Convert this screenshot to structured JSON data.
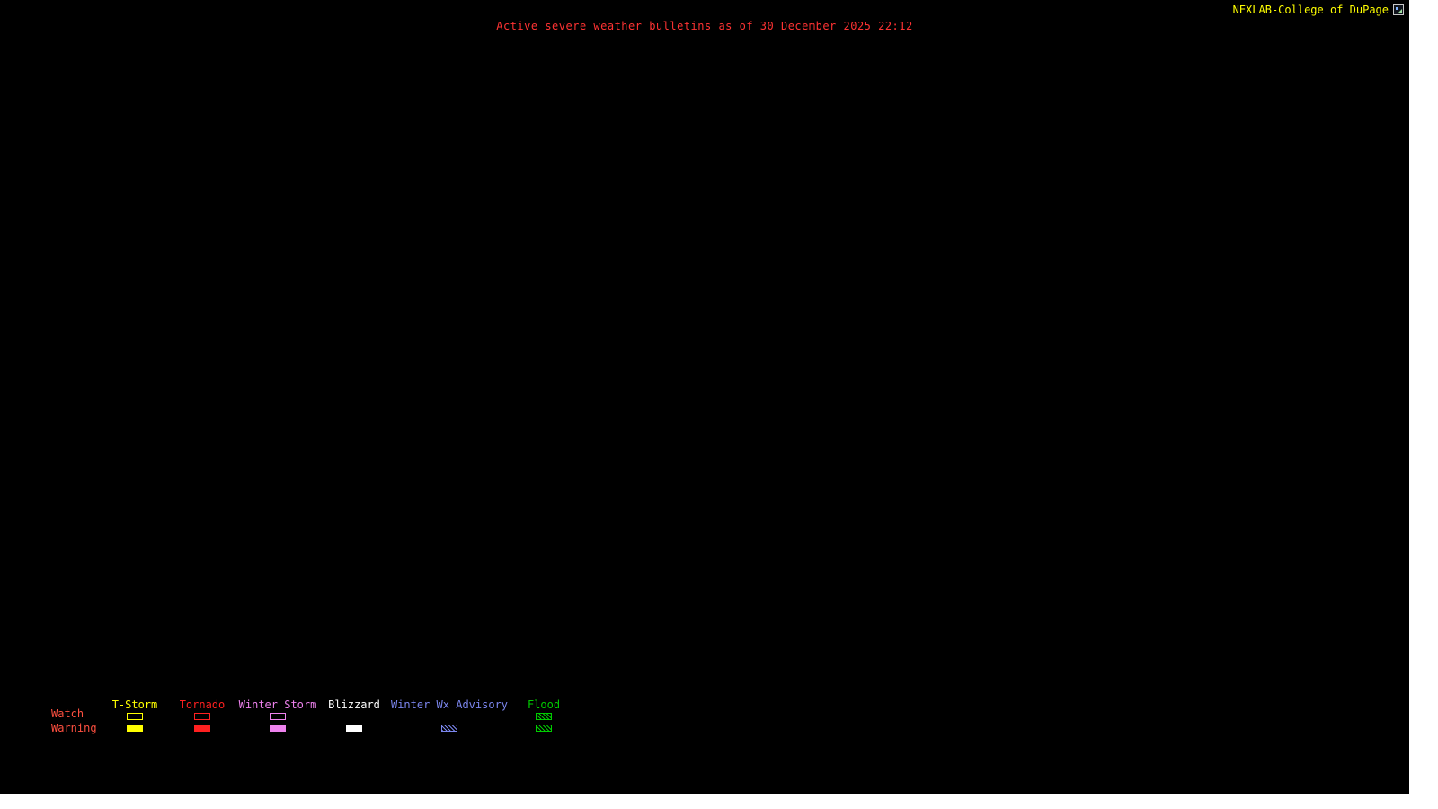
{
  "site": {
    "label": "NEXLAB-College of DuPage",
    "color": "#ffff00"
  },
  "bulletin": {
    "title": "Active severe weather bulletins as of 30 December 2025 22:12",
    "color": "#ff3333"
  },
  "legend": {
    "watch_label": "Watch",
    "warning_label": "Warning",
    "row_label_color": "#ff5040",
    "columns": [
      {
        "label": "T-Storm",
        "color": "#ffff00",
        "watch_style": "outline",
        "warning_style": "fill"
      },
      {
        "label": "Tornado",
        "color": "#ff2020",
        "watch_style": "outline",
        "warning_style": "fill"
      },
      {
        "label": "Winter Storm",
        "color": "#ee82ee",
        "watch_style": "outline",
        "warning_style": "fill"
      },
      {
        "label": "Blizzard",
        "color": "#ffffff",
        "watch_style": "none",
        "warning_style": "fill"
      },
      {
        "label": "Winter Wx Advisory",
        "color": "#7b86ee",
        "watch_style": "none",
        "warning_style": "hatch"
      },
      {
        "label": "Flood",
        "color": "#00cc00",
        "watch_style": "hatch",
        "warning_style": "hatch"
      }
    ]
  }
}
